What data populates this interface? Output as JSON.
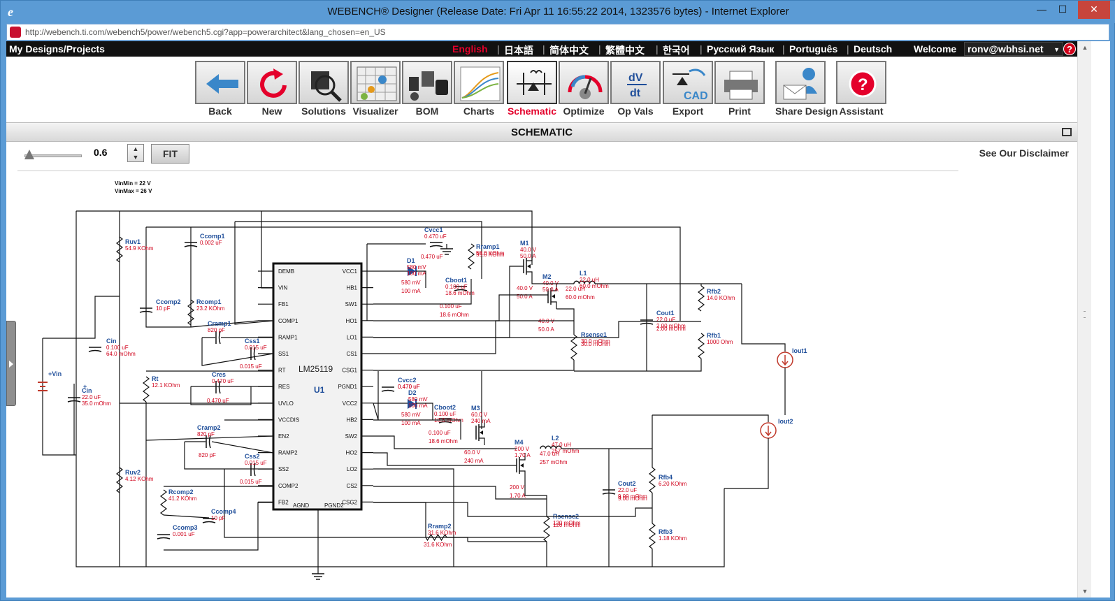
{
  "window": {
    "title": "WEBENCH® Designer (Release Date: Fri Apr 11 16:55:22 2014, 1323576 bytes) - Internet Explorer",
    "url": "http://webench.ti.com/webench5/power/webench5.cgi?app=powerarchitect&lang_chosen=en_US",
    "minimize": "—",
    "maximize": "☐",
    "close": "✕"
  },
  "topnav": {
    "my_designs": "My Designs/Projects",
    "languages": [
      {
        "label": "English",
        "active": true
      },
      {
        "label": "日本語",
        "active": false
      },
      {
        "label": "简体中文",
        "active": false
      },
      {
        "label": "繁體中文",
        "active": false
      },
      {
        "label": "한국어",
        "active": false
      },
      {
        "label": "Русский Язык",
        "active": false
      },
      {
        "label": "Português",
        "active": false
      },
      {
        "label": "Deutsch",
        "active": false
      }
    ],
    "separator": "|",
    "welcome": "Welcome",
    "user_email": "ronv@wbhsi.net",
    "help": "?"
  },
  "toolbar": {
    "buttons": [
      {
        "label": "Back",
        "icon": "back-arrow-icon",
        "active": false
      },
      {
        "label": "New",
        "icon": "refresh-icon",
        "active": false
      },
      {
        "label": "Solutions",
        "icon": "chip-magnifier-icon",
        "active": false
      },
      {
        "label": "Visualizer",
        "icon": "grid-visualizer-icon",
        "active": false
      },
      {
        "label": "BOM",
        "icon": "components-icon",
        "active": false
      },
      {
        "label": "Charts",
        "icon": "chart-curves-icon",
        "active": false
      },
      {
        "label": "Schematic",
        "icon": "schematic-icon",
        "active": true
      },
      {
        "label": "Optimize",
        "icon": "dial-icon",
        "active": false
      },
      {
        "label": "Op Vals",
        "icon": "dv-dt-icon",
        "active": false
      },
      {
        "label": "Export",
        "icon": "cad-export-icon",
        "active": false
      },
      {
        "label": "Print",
        "icon": "printer-icon",
        "active": false
      },
      {
        "label": "Share Design",
        "icon": "share-envelope-icon",
        "active": false
      },
      {
        "label": "Assistant",
        "icon": "help-icon",
        "active": false
      }
    ]
  },
  "section": {
    "title": "SCHEMATIC"
  },
  "zoom": {
    "value": "0.6",
    "up": "▲",
    "down": "▼",
    "fit_label": "FIT",
    "disclaimer": "See Our Disclaimer"
  },
  "schematic": {
    "vin_min": "VinMin = 22 V",
    "vin_max": "VinMax = 26 V",
    "ic": {
      "part": "LM25119",
      "ref": "U1",
      "left_pins": [
        "DEMB",
        "VIN",
        "FB1",
        "COMP1",
        "RAMP1",
        "SS1",
        "RT",
        "RES",
        "UVLO",
        "VCCDIS",
        "EN2",
        "RAMP2",
        "SS2",
        "COMP2",
        "FB2"
      ],
      "right_pins": [
        "VCC1",
        "HB1",
        "SW1",
        "HO1",
        "LO1",
        "CS1",
        "CSG1",
        "PGND1",
        "VCC2",
        "HB2",
        "SW2",
        "HO2",
        "LO2",
        "CS2",
        "CSG2"
      ],
      "bottom_pins": [
        "AGND",
        "PGND2"
      ]
    },
    "components": [
      {
        "ref": "Ruv1",
        "val1": "54.9 KOhm",
        "val2": ""
      },
      {
        "ref": "Ccomp1",
        "val1": "0.002 uF",
        "val2": ""
      },
      {
        "ref": "Ccomp2",
        "val1": "10 pF",
        "val2": ""
      },
      {
        "ref": "Rcomp1",
        "val1": "23.2 KOhm",
        "val2": ""
      },
      {
        "ref": "Cramp1",
        "val1": "820 pF",
        "val2": ""
      },
      {
        "ref": "Css1",
        "val1": "0.015 uF",
        "val2": ""
      },
      {
        "ref": "Cin",
        "val1": "0.100 uF",
        "val2": "64.0 mOhm",
        "pol": false
      },
      {
        "ref": "Cin",
        "val1": "22.0 uF",
        "val2": "35.0 mOhm",
        "pol": true
      },
      {
        "ref": "+Vin",
        "val1": "",
        "val2": ""
      },
      {
        "ref": "Rt",
        "val1": "12.1 KOhm",
        "val2": ""
      },
      {
        "ref": "Cres",
        "val1": "0.470 uF",
        "val2": ""
      },
      {
        "ref": "Cramp2",
        "val1": "820 pF",
        "val2": ""
      },
      {
        "ref": "Css2",
        "val1": "0.015 uF",
        "val2": ""
      },
      {
        "ref": "Ruv2",
        "val1": "4.12 KOhm",
        "val2": ""
      },
      {
        "ref": "Rcomp2",
        "val1": "41.2 KOhm",
        "val2": ""
      },
      {
        "ref": "Ccomp4",
        "val1": "10 pF",
        "val2": ""
      },
      {
        "ref": "Ccomp3",
        "val1": "0.001 uF",
        "val2": ""
      },
      {
        "ref": "Cvcc1",
        "val1": "0.470 uF",
        "val2": ""
      },
      {
        "ref": "D1",
        "val1": "580 mV",
        "val2": "100 mA"
      },
      {
        "ref": "Cboot1",
        "val1": "0.100 uF",
        "val2": "18.6 mOhm"
      },
      {
        "ref": "Rramp1",
        "val1": "59.0 KOhm",
        "val2": ""
      },
      {
        "ref": "M1",
        "val1": "40.0 V",
        "val2": "50.0 A"
      },
      {
        "ref": "M2",
        "val1": "40.0 V",
        "val2": "50.0 A"
      },
      {
        "ref": "L1",
        "val1": "22.0 uH",
        "val2": "60.0 mOhm"
      },
      {
        "ref": "Rsense1",
        "val1": "30.0 mOhm",
        "val2": ""
      },
      {
        "ref": "Cout1",
        "val1": "22.0 uF",
        "val2": "2.00 mOhm"
      },
      {
        "ref": "Rfb2",
        "val1": "14.0 KOhm",
        "val2": ""
      },
      {
        "ref": "Rfb1",
        "val1": "1000 Ohm",
        "val2": ""
      },
      {
        "ref": "Iout1",
        "val1": "",
        "val2": ""
      },
      {
        "ref": "Cvcc2",
        "val1": "0.470 uF",
        "val2": ""
      },
      {
        "ref": "D2",
        "val1": "580 mV",
        "val2": "100 mA"
      },
      {
        "ref": "Cboot2",
        "val1": "0.100 uF",
        "val2": "18.6 mOhm"
      },
      {
        "ref": "M3",
        "val1": "60.0 V",
        "val2": "240 mA"
      },
      {
        "ref": "M4",
        "val1": "200 V",
        "val2": "1.70 A"
      },
      {
        "ref": "L2",
        "val1": "47.0 uH",
        "val2": "257 mOhm"
      },
      {
        "ref": "Rsense2",
        "val1": "120 mOhm",
        "val2": ""
      },
      {
        "ref": "Cout2",
        "val1": "22.0 uF",
        "val2": "9.00 mOhm"
      },
      {
        "ref": "Rfb4",
        "val1": "6.20 KOhm",
        "val2": ""
      },
      {
        "ref": "Rfb3",
        "val1": "1.18 KOhm",
        "val2": ""
      },
      {
        "ref": "Iout2",
        "val1": "",
        "val2": ""
      },
      {
        "ref": "Rramp2",
        "val1": "31.6 KOhm",
        "val2": ""
      }
    ]
  },
  "colors": {
    "ref_blue": "#1f4e9a",
    "value_red": "#d0021b",
    "wire": "#111111",
    "accent_red": "#e4002b"
  }
}
